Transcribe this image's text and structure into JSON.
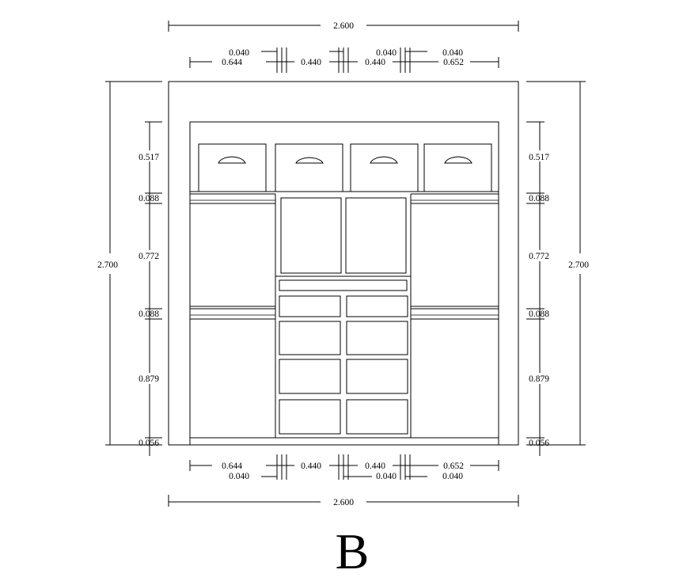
{
  "drawing_label": "B",
  "dimensions": {
    "top_total": "2.600",
    "bottom_total": "2.600",
    "left_height": "2.700",
    "right_height": "2.700",
    "top_upper": [
      "0.040",
      "0.040",
      "0.040"
    ],
    "top_lower": [
      "0.644",
      "0.440",
      "0.440",
      "0.652"
    ],
    "bottom_upper": [
      "0.644",
      "0.440",
      "0.440",
      "0.652"
    ],
    "bottom_lower": [
      "0.040",
      "0.040",
      "0.040"
    ],
    "left_rows": [
      "0.517",
      "0.088",
      "0.772",
      "0.088",
      "0.879",
      "0.056"
    ],
    "right_rows": [
      "0.517",
      "0.088",
      "0.772",
      "0.088",
      "0.879",
      "0.056"
    ]
  }
}
